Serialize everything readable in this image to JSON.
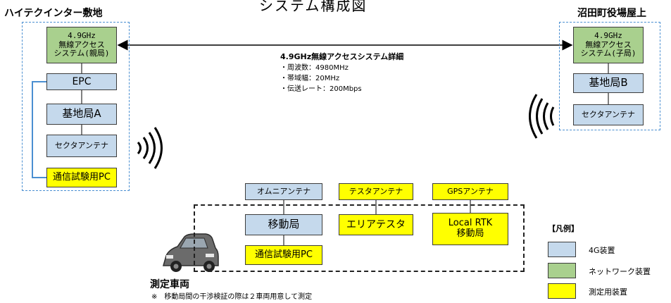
{
  "title": "システム構成図",
  "site_left": {
    "label": "ハイテクインター敷地",
    "parent_station": "4.9GHz\n無線アクセス\nシステム(親局)",
    "epc": "EPC",
    "base_station": "基地局A",
    "sector_antenna": "セクタアンテナ",
    "test_pc": "通信試験用PC"
  },
  "site_right": {
    "label": "沼田町役場屋上",
    "child_station": "4.9GHz\n無線アクセス\nシステム(子局)",
    "base_station": "基地局B",
    "sector_antenna": "セクタアンテナ"
  },
  "link_details": {
    "heading": "4.9GHz無線アクセスシステム詳細",
    "items": [
      "・周波数：4980MHz",
      "・帯域幅：20MHz",
      "・伝送レート：200Mbps"
    ]
  },
  "vehicle": {
    "omni_antenna": "オムニアンテナ",
    "mobile_station": "移動局",
    "test_pc": "通信試験用PC",
    "tester_antenna": "テスタアンテナ",
    "area_tester": "エリアテスタ",
    "gps_antenna": "GPSアンテナ",
    "rtk": "Local RTK\n移動局",
    "label": "測定車両",
    "note": "※　移動局間の干渉検証の際は２車両用意して測定"
  },
  "legend": {
    "title": "【凡例】",
    "items": [
      {
        "label": "4G装置",
        "color": "#c5d9ec"
      },
      {
        "label": "ネットワーク装置",
        "color": "#a9d08e"
      },
      {
        "label": "測定用装置",
        "color": "#ffff00"
      }
    ]
  },
  "colors": {
    "device_4g": "#c5d9ec",
    "network": "#a9d08e",
    "measurement": "#ffff00",
    "connector": "#4a8fd1"
  }
}
